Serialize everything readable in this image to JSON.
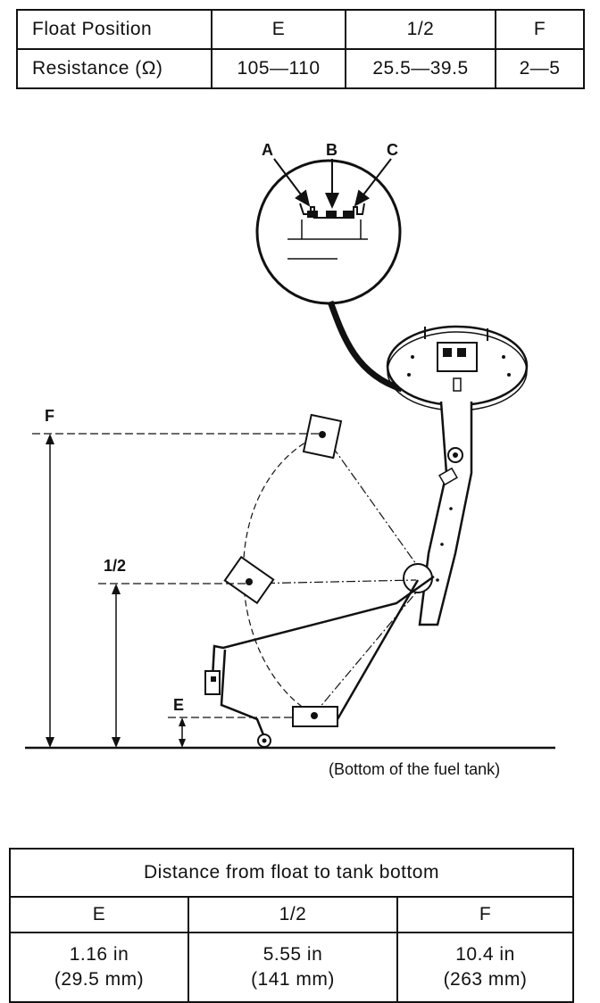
{
  "resistance_table": {
    "header": {
      "label": "Float Position",
      "positions": [
        "E",
        "1/2",
        "F"
      ]
    },
    "row": {
      "label": "Resistance (Ω)",
      "values": [
        "105—110",
        "25.5—39.5",
        "2—5"
      ]
    }
  },
  "diagram": {
    "callouts": {
      "a": "A",
      "b": "B",
      "c": "C"
    },
    "levels": {
      "full": "F",
      "half": "1/2",
      "empty": "E"
    },
    "tank_bottom_caption": "(Bottom of the fuel tank)"
  },
  "distance_table": {
    "title": "Distance from float to tank bottom",
    "positions": [
      "E",
      "1/2",
      "F"
    ],
    "inches": [
      "1.16 in",
      "5.55 in",
      "10.4 in"
    ],
    "millimeters": [
      "(29.5 mm)",
      "(141 mm)",
      "(263 mm)"
    ]
  }
}
